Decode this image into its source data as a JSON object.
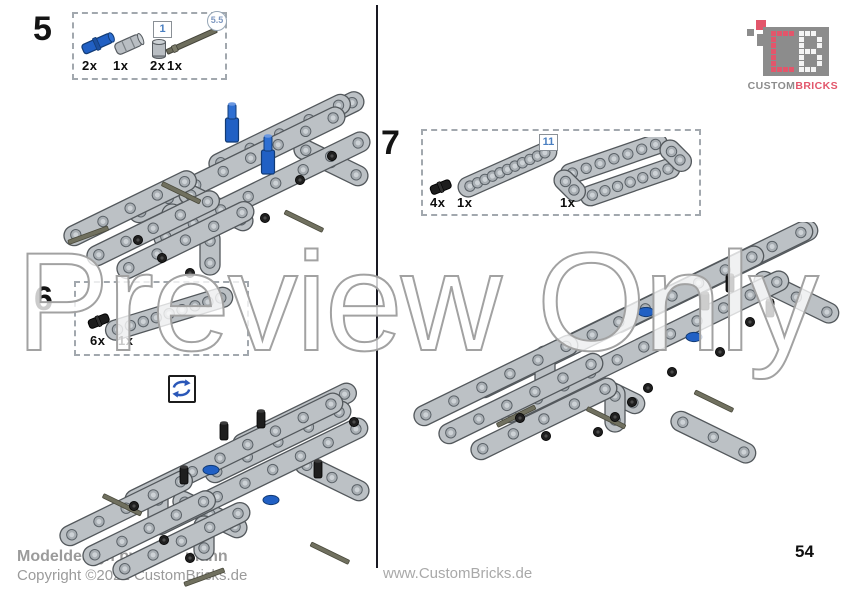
{
  "watermark": "Preview Only",
  "page_number": "54",
  "logo": {
    "custom": "CUSTOM",
    "bricks": "BRICKS"
  },
  "colors": {
    "accent_blue_pin": "#2160c4",
    "brand_red": "#e2566b",
    "beam_grey": "#bcc1c5",
    "watermark_outline": "#a2a2a2"
  },
  "icons": {
    "rotate_model": "circular-flip-arrows",
    "logo_mark": "dot-matrix-CB-square"
  },
  "steps": {
    "s5": {
      "number": "5",
      "parts": [
        {
          "qty": "2x",
          "part": "blue-long-pin"
        },
        {
          "qty": "1x",
          "part": "axle-connector"
        },
        {
          "qty": "2x",
          "part": "bush",
          "badge": "1"
        },
        {
          "qty": "1x",
          "part": "dark-axle",
          "badge": "5.5"
        }
      ]
    },
    "s6": {
      "number": "6",
      "parts": [
        {
          "qty": "6x",
          "part": "black-pin"
        },
        {
          "qty": "1x",
          "part": "grey-beam"
        }
      ]
    },
    "s7": {
      "number": "7",
      "parts": [
        {
          "qty": "4x",
          "part": "black-pin"
        },
        {
          "qty": "1x",
          "part": "beam-11-holes",
          "badge": "11"
        },
        {
          "qty": "1x",
          "part": "beam-frame-assembly"
        }
      ]
    }
  },
  "footer": {
    "modeldesign_prefix": "Modeldesign by",
    "modeldesign_suffix": "mann",
    "copyright": "Copyright ©2021 CustomBricks.de",
    "website": "www.CustomBricks.de"
  }
}
